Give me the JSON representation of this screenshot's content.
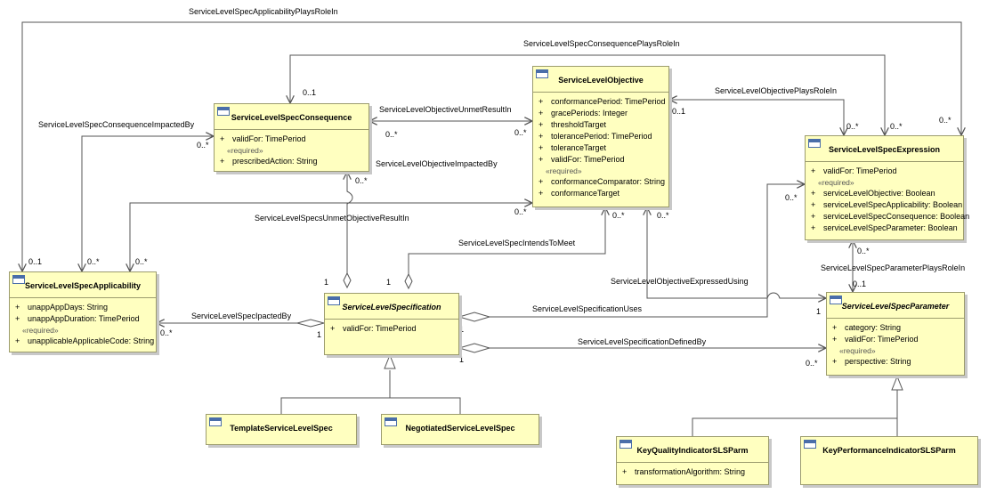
{
  "classes": {
    "applicability": {
      "name": "ServiceLevelSpecApplicability",
      "attributes": [
        {
          "vis": "+",
          "text": "unappAppDays: String"
        },
        {
          "vis": "+",
          "text": "unappAppDuration: TimePeriod"
        }
      ],
      "stereotype": "«required»",
      "required_attributes": [
        {
          "vis": "+",
          "text": "unapplicableApplicableCode: String"
        }
      ]
    },
    "consequence": {
      "name": "ServiceLevelSpecConsequence",
      "attributes": [
        {
          "vis": "+",
          "text": "validFor: TimePeriod"
        }
      ],
      "stereotype": "«required»",
      "required_attributes": [
        {
          "vis": "+",
          "text": "prescribedAction: String"
        }
      ]
    },
    "objective": {
      "name": "ServiceLevelObjective",
      "attributes": [
        {
          "vis": "+",
          "text": "conformancePeriod: TimePeriod"
        },
        {
          "vis": "+",
          "text": "gracePeriods: Integer"
        },
        {
          "vis": "+",
          "text": "thresholdTarget"
        },
        {
          "vis": "+",
          "text": "tolerancePeriod: TimePeriod"
        },
        {
          "vis": "+",
          "text": "toleranceTarget"
        },
        {
          "vis": "+",
          "text": "validFor: TimePeriod"
        }
      ],
      "stereotype": "«required»",
      "required_attributes": [
        {
          "vis": "+",
          "text": "conformanceComparator: String"
        },
        {
          "vis": "+",
          "text": "conformanceTarget"
        }
      ]
    },
    "expression": {
      "name": "ServiceLevelSpecExpression",
      "attributes": [
        {
          "vis": "+",
          "text": "validFor: TimePeriod"
        }
      ],
      "stereotype": "«required»",
      "required_attributes": [
        {
          "vis": "+",
          "text": "serviceLevelObjective: Boolean"
        },
        {
          "vis": "+",
          "text": "serviceLevelSpecApplicability: Boolean"
        },
        {
          "vis": "+",
          "text": "serviceLevelSpecConsequence: Boolean"
        },
        {
          "vis": "+",
          "text": "serviceLevelSpecParameter: Boolean"
        }
      ]
    },
    "specification": {
      "name": "ServiceLevelSpecification",
      "attributes": [
        {
          "vis": "+",
          "text": "validFor: TimePeriod"
        }
      ]
    },
    "parameter": {
      "name": "ServiceLevelSpecParameter",
      "attributes": [
        {
          "vis": "+",
          "text": "category: String"
        },
        {
          "vis": "+",
          "text": "validFor: TimePeriod"
        }
      ],
      "stereotype": "«required»",
      "required_attributes": [
        {
          "vis": "+",
          "text": "perspective: String"
        }
      ]
    },
    "template": {
      "name": "TemplateServiceLevelSpec"
    },
    "negotiated": {
      "name": "NegotiatedServiceLevelSpec"
    },
    "kqi": {
      "name": "KeyQualityIndicatorSLSParm",
      "attributes": [
        {
          "vis": "+",
          "text": "transformationAlgorithm: String"
        }
      ]
    },
    "kpi": {
      "name": "KeyPerformanceIndicatorSLSParm"
    }
  },
  "associations": {
    "applicabilityPlaysRoleIn": "ServiceLevelSpecApplicabilityPlaysRoleIn",
    "consequencePlaysRoleIn": "ServiceLevelSpecConsequencePlaysRoleIn",
    "consequenceImpactedBy": "ServiceLevelSpecConsequenceImpactedBy",
    "objectiveUnmetResultIn": "ServiceLevelObjectiveUnmetResultIn",
    "objectivePlaysRoleIn": "ServiceLevelObjectivePlaysRoleIn",
    "objectiveImpactedBy": "ServiceLevelObjectiveImpactedBy",
    "specsUnmetObjectiveResultIn": "ServiceLevelSpecsUnmetObjectiveResultIn",
    "intendsToMeet": "ServiceLevelSpecIntendsToMeet",
    "parameterPlaysRoleIn": "ServiceLevelSpecParameterPlaysRoleIn",
    "objectiveExpressedUsing": "ServiceLevelObjectiveExpressedUsing",
    "ipactedBy": "ServiceLevelSpecIpactedBy",
    "specificationUses": "ServiceLevelSpecificationUses",
    "specificationDefinedBy": "ServiceLevelSpecificationDefinedBy"
  },
  "multiplicities": {
    "one": "1",
    "zero_one": "0..1",
    "zero_many": "0..*"
  },
  "colors": {
    "class_fill": "#ffffc0",
    "class_border": "#9c9c6e",
    "line": "#555555",
    "icon": "#4a6ea9"
  }
}
